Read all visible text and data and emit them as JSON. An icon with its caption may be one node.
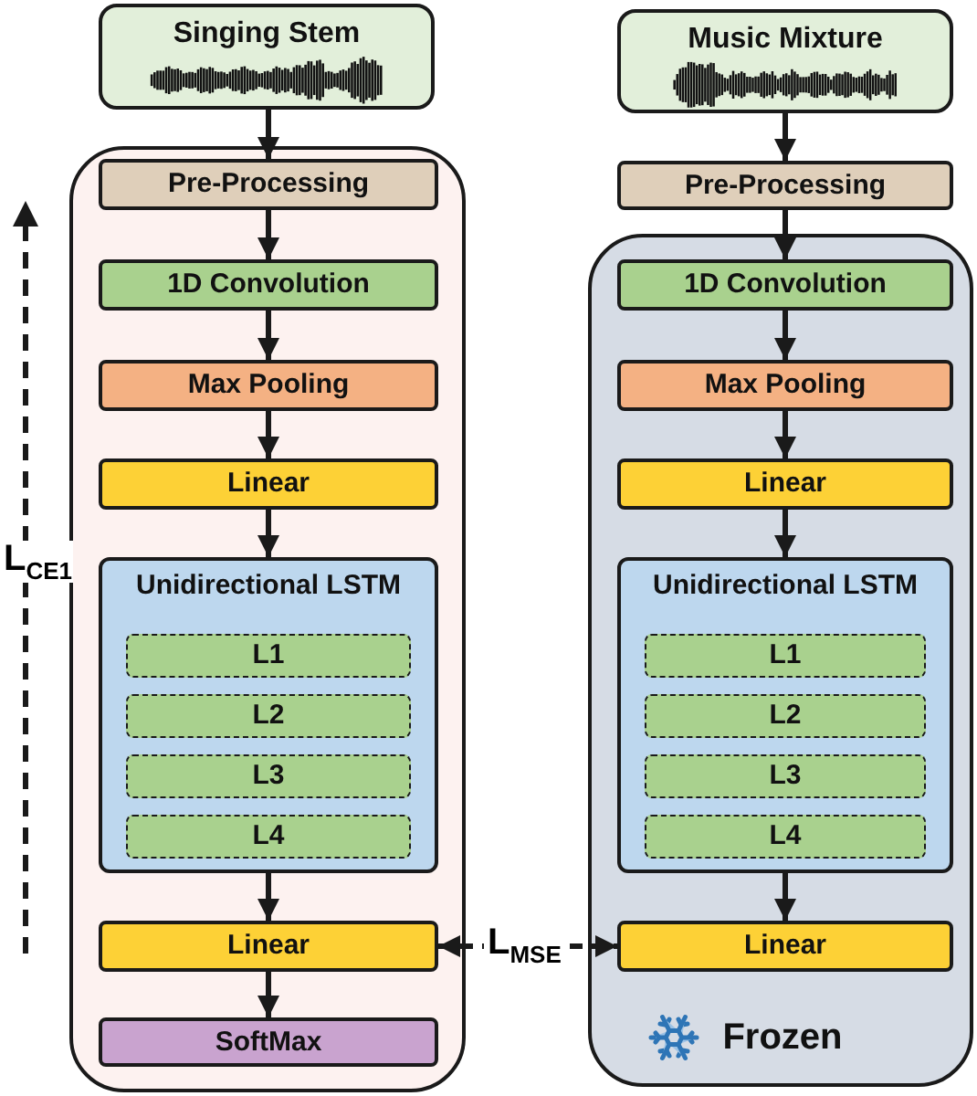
{
  "diagram": {
    "nodes": [
      {
        "text": [
          "Singing Stem"
        ]
      },
      {
        "text": [],
        "shape": "box"
      },
      {
        "text": [
          "Pre-Processing"
        ],
        "in": 1
      },
      {
        "text": [
          "1D Convolution"
        ],
        "in": 1
      },
      {
        "text": [
          "Max Pooling"
        ],
        "in": 1
      },
      {
        "text": [
          "Linear"
        ],
        "in": 1
      },
      {
        "text": [
          "Unidirectional LSTM"
        ],
        "in": 1
      },
      {
        "text": [
          "L1"
        ],
        "in": 6
      },
      {
        "text": [
          "L2"
        ],
        "in": 6
      },
      {
        "text": [
          "L3"
        ],
        "in": 6
      },
      {
        "text": [
          "L4"
        ],
        "in": 6
      },
      {
        "text": [
          "Linear"
        ],
        "in": 1
      },
      {
        "text": [
          "SoftMax"
        ],
        "in": 1
      },
      {
        "text": [
          "Music Mixture"
        ]
      },
      {
        "text": [
          "Pre-Processing"
        ]
      },
      {
        "text": [
          "Frozen"
        ]
      },
      {
        "text": [
          "1D Convolution"
        ],
        "in": 15
      },
      {
        "text": [
          "Max Pooling"
        ],
        "in": 15
      },
      {
        "text": [
          "Linear"
        ],
        "in": 15
      },
      {
        "text": [
          "Unidirectional LSTM"
        ],
        "in": 15
      },
      {
        "text": [
          "L1"
        ],
        "in": 19
      },
      {
        "text": [
          "L2"
        ],
        "in": 19
      },
      {
        "text": [
          "L3"
        ],
        "in": 19
      },
      {
        "text": [
          "L4"
        ],
        "in": 19
      },
      {
        "text": [
          "Linear"
        ],
        "in": 15
      }
    ],
    "edges": [
      {
        "from": 0,
        "to": 2,
        "arrow": "to"
      },
      {
        "from": 2,
        "to": 3,
        "arrow": "to"
      },
      {
        "from": 3,
        "to": 4,
        "arrow": "to"
      },
      {
        "from": 4,
        "to": 5,
        "arrow": "to"
      },
      {
        "from": 5,
        "to": 6,
        "arrow": "to"
      },
      {
        "from": 6,
        "to": 11,
        "arrow": "to"
      },
      {
        "from": 11,
        "to": 12,
        "arrow": "to"
      },
      {
        "from": 13,
        "to": 14,
        "arrow": "to"
      },
      {
        "from": 14,
        "to": 16,
        "arrow": "to"
      },
      {
        "from": 16,
        "to": 17,
        "arrow": "to"
      },
      {
        "from": 17,
        "to": 18,
        "arrow": "to"
      },
      {
        "from": 18,
        "to": 19,
        "arrow": "to"
      },
      {
        "from": 19,
        "to": 24,
        "arrow": "to"
      },
      {
        "from": 11,
        "to": 24,
        "arrow": "both",
        "style": "dashed",
        "label": "L$_{MSE}$"
      }
    ],
    "labels": [
      "L$_{CE1}$"
    ]
  }
}
